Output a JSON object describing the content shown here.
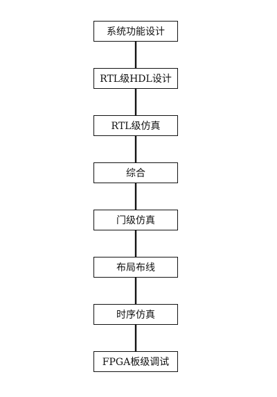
{
  "flowchart": {
    "steps": [
      "系统功能设计",
      "RTL级HDL设计",
      "RTL级仿真",
      "综合",
      "门级仿真",
      "布局布线",
      "时序仿真",
      "FPGA板级调试"
    ],
    "colors": {
      "box_border": "#111111",
      "arrow": "#111111",
      "text": "#111111",
      "background": "#ffffff"
    }
  }
}
